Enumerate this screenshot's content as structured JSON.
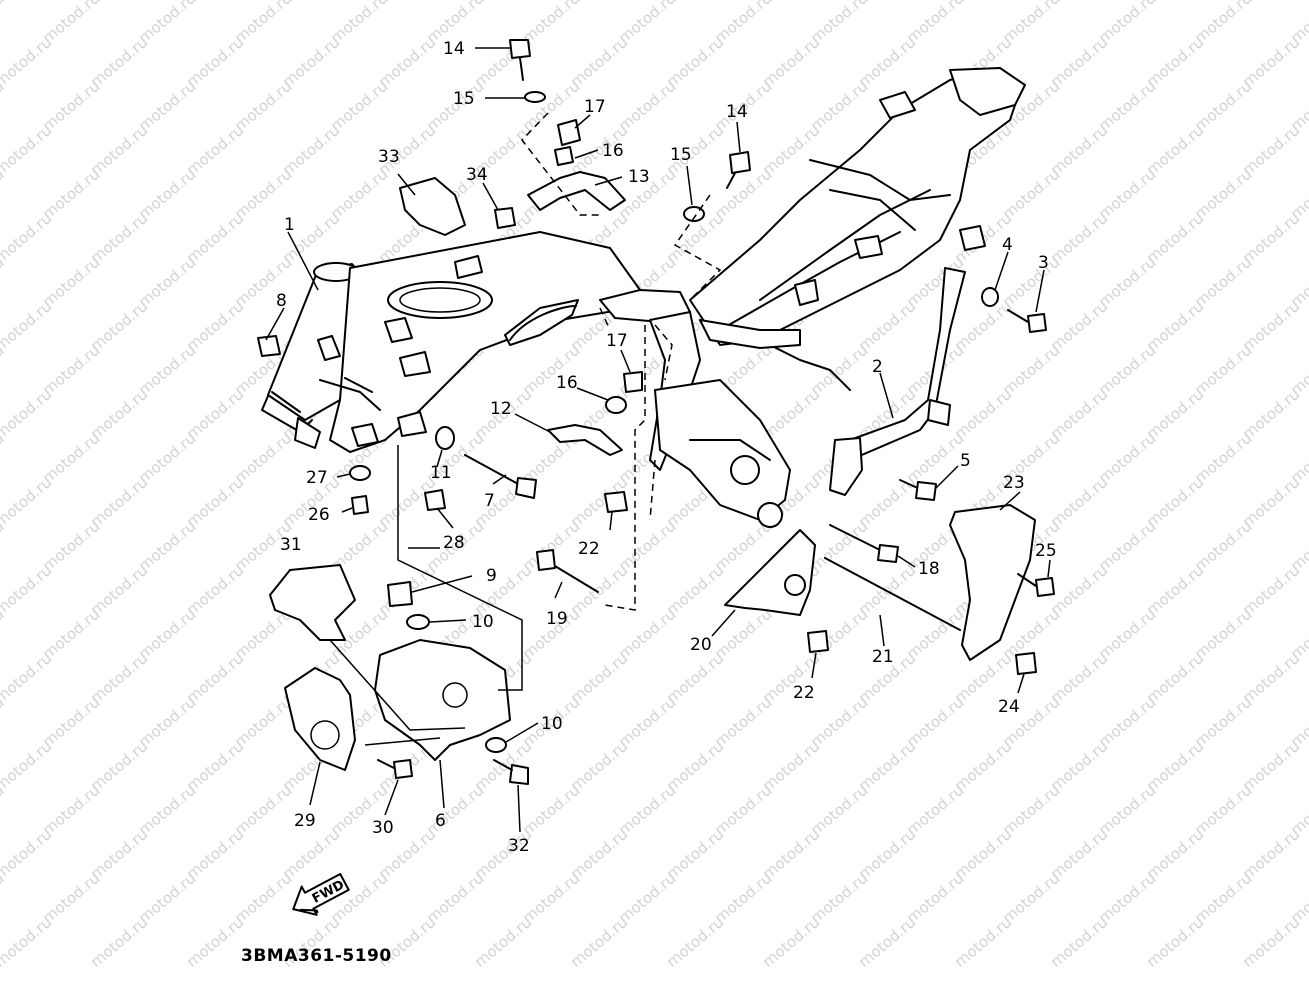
{
  "watermark": {
    "text": "motod.ru",
    "color": "#d3d3d3"
  },
  "diagram": {
    "code": "3BMA361-5190",
    "fwd_label": "FWD"
  },
  "labels": [
    {
      "id": "14a",
      "text": "14"
    },
    {
      "id": "15a",
      "text": "15"
    },
    {
      "id": "17a",
      "text": "17"
    },
    {
      "id": "16a",
      "text": "16"
    },
    {
      "id": "13",
      "text": "13"
    },
    {
      "id": "14b",
      "text": "14"
    },
    {
      "id": "15b",
      "text": "15"
    },
    {
      "id": "33",
      "text": "33"
    },
    {
      "id": "34",
      "text": "34"
    },
    {
      "id": "1",
      "text": "1"
    },
    {
      "id": "8",
      "text": "8"
    },
    {
      "id": "4",
      "text": "4"
    },
    {
      "id": "3",
      "text": "3"
    },
    {
      "id": "2",
      "text": "2"
    },
    {
      "id": "17b",
      "text": "17"
    },
    {
      "id": "16b",
      "text": "16"
    },
    {
      "id": "12",
      "text": "12"
    },
    {
      "id": "11",
      "text": "11"
    },
    {
      "id": "27",
      "text": "27"
    },
    {
      "id": "7",
      "text": "7"
    },
    {
      "id": "26",
      "text": "26"
    },
    {
      "id": "28",
      "text": "28"
    },
    {
      "id": "5",
      "text": "5"
    },
    {
      "id": "22a",
      "text": "22"
    },
    {
      "id": "23",
      "text": "23"
    },
    {
      "id": "25",
      "text": "25"
    },
    {
      "id": "18",
      "text": "18"
    },
    {
      "id": "31",
      "text": "31"
    },
    {
      "id": "9",
      "text": "9"
    },
    {
      "id": "19",
      "text": "19"
    },
    {
      "id": "10a",
      "text": "10"
    },
    {
      "id": "20",
      "text": "20"
    },
    {
      "id": "21",
      "text": "21"
    },
    {
      "id": "22b",
      "text": "22"
    },
    {
      "id": "24",
      "text": "24"
    },
    {
      "id": "10b",
      "text": "10"
    },
    {
      "id": "29",
      "text": "29"
    },
    {
      "id": "30",
      "text": "30"
    },
    {
      "id": "6",
      "text": "6"
    },
    {
      "id": "32",
      "text": "32"
    }
  ]
}
